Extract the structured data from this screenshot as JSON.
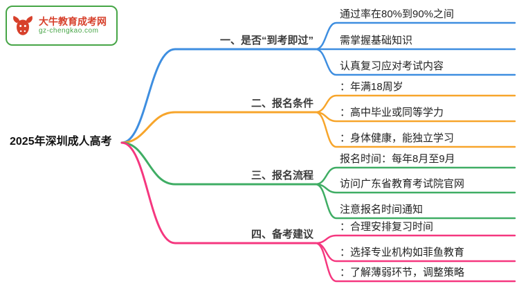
{
  "logo": {
    "title": "大牛教育成考网",
    "domain": "gz-chengkao.com"
  },
  "root": {
    "label": "2025年深圳成人高考"
  },
  "colors": {
    "blue": "#3E8EE0",
    "orange": "#F7A52B",
    "green": "#3FAD64",
    "pink": "#F5377F",
    "logo_red": "#D7402B",
    "logo_green": "#46A546"
  },
  "branches": [
    {
      "label": "一、是否“到考即过”",
      "color": "blue",
      "leaves": [
        "通过率在80%到90%之间",
        "需掌握基础知识",
        "认真复习应对考试内容"
      ]
    },
    {
      "label": "二、报名条件",
      "color": "orange",
      "leaves": [
        "：年满18周岁",
        "：高中毕业或同等学力",
        "：身体健康，能独立学习"
      ]
    },
    {
      "label": "三、报名流程",
      "color": "green",
      "leaves": [
        "报名时间：每年8月至9月",
        "访问广东省教育考试院官网",
        "注意报名时间通知"
      ]
    },
    {
      "label": "四、备考建议",
      "color": "pink",
      "leaves": [
        "：合理安排复习时间",
        "：选择专业机构如菲鱼教育",
        "：了解薄弱环节，调整策略"
      ]
    }
  ]
}
